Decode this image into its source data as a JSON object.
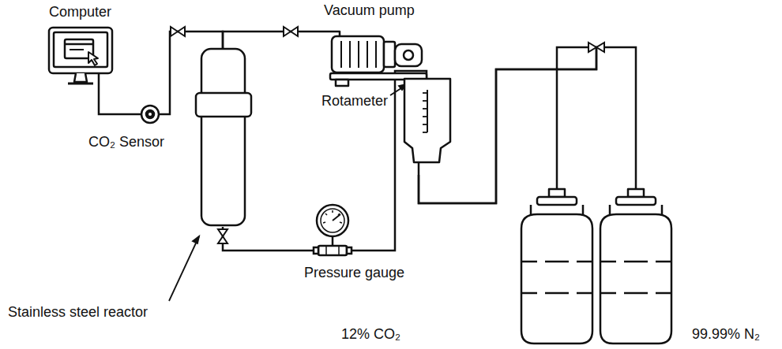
{
  "diagram": {
    "nodes": [
      {
        "text": [
          "Computer"
        ]
      },
      {
        "text": [
          "Vacuum pump"
        ]
      },
      {
        "text": [
          "CO₂ Sensor"
        ]
      },
      {
        "text": [
          "Rotameter"
        ]
      },
      {
        "text": [
          "Stainless steel reactor"
        ]
      },
      {
        "text": [
          "Pressure gauge"
        ]
      },
      {
        "text": [
          "12% CO₂"
        ]
      },
      {
        "text": [
          "99.99% N₂"
        ]
      }
    ],
    "edges": [
      {
        "from": 0,
        "to": 2,
        "arrow": "none"
      },
      {
        "from": 2,
        "to": 4,
        "arrow": "none"
      },
      {
        "from": 4,
        "to": 1,
        "arrow": "none"
      },
      {
        "from": 4,
        "to": 5,
        "arrow": "none"
      },
      {
        "from": 5,
        "to": 3,
        "arrow": "none"
      },
      {
        "from": 3,
        "to": 6,
        "arrow": "none"
      },
      {
        "from": 3,
        "to": 7,
        "arrow": "none"
      }
    ]
  }
}
